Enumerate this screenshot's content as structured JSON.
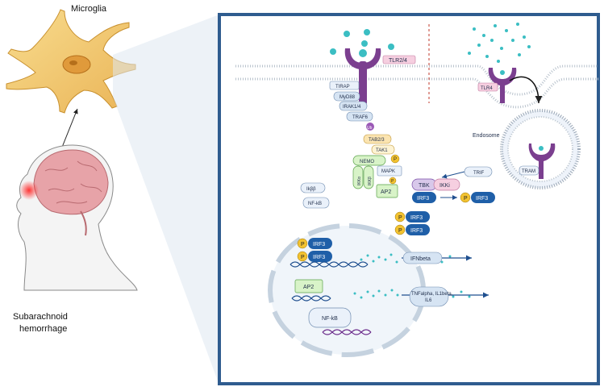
{
  "labels": {
    "microglia": "Microglia",
    "sah_line1": "Subarachnoid",
    "sah_line2": "hemorrhage",
    "tlr24": "TLR2/4",
    "tlr4": "TLR4",
    "endosome": "Endosome",
    "tram": "TRAM",
    "tirap": "TIRAP",
    "myd88": "MyD88",
    "irak": "IRAK1/4",
    "traf6": "TRAF6",
    "ub": "Ub",
    "tab23": "TAB2/3",
    "tak1": "TAK1",
    "p": "P",
    "nemo": "NEMO",
    "ikka": "IKKα",
    "ikkb": "IKKβ",
    "mapk": "MAPK",
    "ap2": "AP2",
    "ikbb": "Ikββ",
    "nfkb": "NF-kB",
    "trif": "TRIF",
    "tbk": "TBK",
    "ikki": "IKKi",
    "irf3": "IRF3",
    "ifnbeta": "IFNbeta",
    "tnf_line1": "TNFalpha, IL1beta,",
    "tnf_line2": "IL6"
  },
  "colors": {
    "frame": "#2f5c8f",
    "membrane": "#b9c3cd",
    "receptor": "#7b3f8f",
    "ligand": "#3bbec3",
    "irf3": "#1f5fa8",
    "phospho": "#f2c230",
    "ub": "#9b59b6",
    "green_box": "#d8f3c8",
    "pink_box": "#f6cfe0",
    "blue_pill": "#d6e4f3",
    "dna": "#1f4f8f",
    "dna_alt": "#6a2a8a",
    "microglia": "#f2c76b",
    "brain": "#e39aa0"
  }
}
